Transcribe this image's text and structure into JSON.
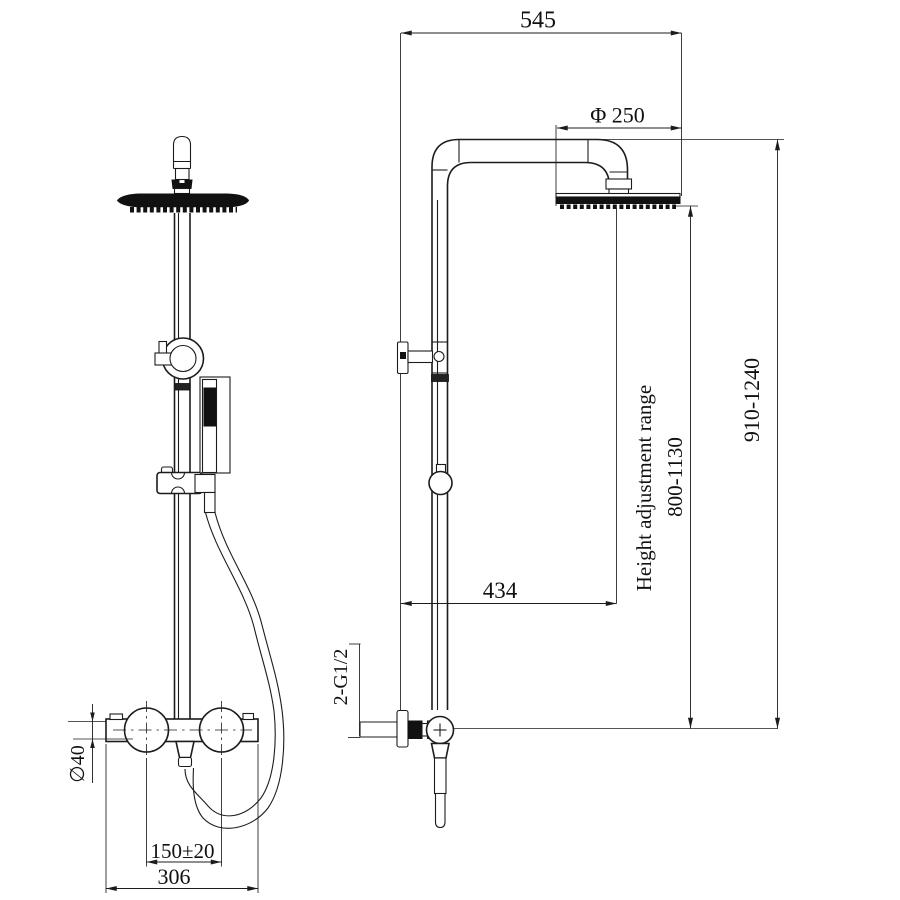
{
  "drawing": {
    "background_color": "#ffffff",
    "line_color": "#1c1c1c",
    "dimensions": {
      "top_width": "545",
      "head_diameter": "Φ 250",
      "overall_height_range": "910-1240",
      "head_height_range": "800-1130",
      "height_adjustment_label": "Height adjustment range",
      "arm_reach": "434",
      "inlet_thread": "2-G1/2",
      "valve_body_diameter": "∅40",
      "inlet_spacing": "150±20",
      "valve_width": "306"
    }
  }
}
